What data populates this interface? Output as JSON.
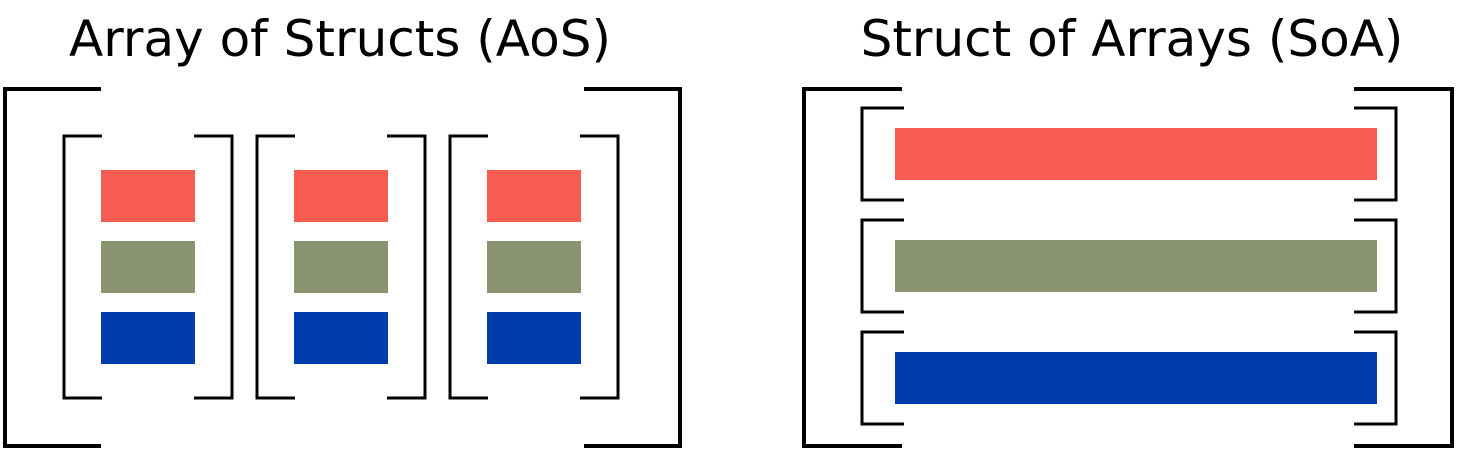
{
  "aos": {
    "title": "Array of Structs (AoS)",
    "struct_count": 3
  },
  "soa": {
    "title": "Struct of Arrays (SoA)"
  },
  "fields": [
    {
      "color": "#f65d50"
    },
    {
      "color": "#8a9470"
    },
    {
      "color": "#003dac"
    }
  ],
  "bracket_color": "#000000"
}
